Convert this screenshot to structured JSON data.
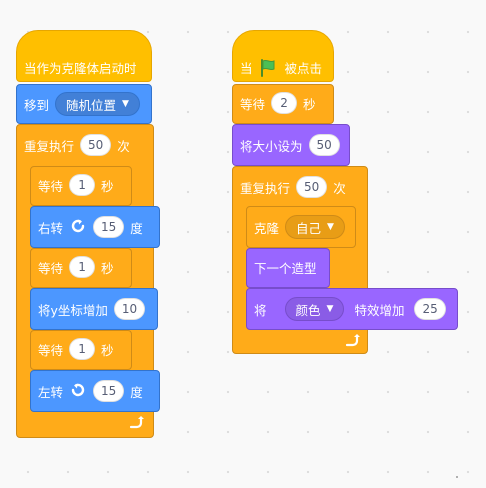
{
  "script_left": {
    "hat_label": "当作为克隆体启动时",
    "goto_label": "移到",
    "goto_target": "随机位置",
    "repeat_label": "重复执行",
    "repeat_count": "50",
    "repeat_unit": "次",
    "inner": {
      "wait1_label": "等待",
      "wait1_value": "1",
      "wait1_unit": "秒",
      "turn_right_label": "右转",
      "turn_right_value": "15",
      "turn_right_unit": "度",
      "wait2_label": "等待",
      "wait2_value": "1",
      "wait2_unit": "秒",
      "change_y_label": "将y坐标增加",
      "change_y_value": "10",
      "wait3_label": "等待",
      "wait3_value": "1",
      "wait3_unit": "秒",
      "turn_left_label": "左转",
      "turn_left_value": "15",
      "turn_left_unit": "度"
    }
  },
  "script_right": {
    "hat_prefix": "当",
    "hat_suffix": "被点击",
    "wait_label": "等待",
    "wait_value": "2",
    "wait_unit": "秒",
    "set_size_label": "将大小设为",
    "set_size_value": "50",
    "repeat_label": "重复执行",
    "repeat_count": "50",
    "repeat_unit": "次",
    "inner": {
      "clone_label": "克隆",
      "clone_target": "自己",
      "next_costume_label": "下一个造型",
      "effect_prefix": "将",
      "effect_option": "颜色",
      "effect_label": "特效增加",
      "effect_value": "25"
    }
  },
  "icons": [
    "green-flag-icon",
    "turn-right-icon",
    "turn-left-icon",
    "repeat-arrow-icon",
    "dropdown-caret-icon"
  ],
  "colors": {
    "events": "#ffbf00",
    "control": "#ffab19",
    "motion": "#4c97ff",
    "looks": "#9966ff",
    "canvas": "#f9f9f9"
  }
}
